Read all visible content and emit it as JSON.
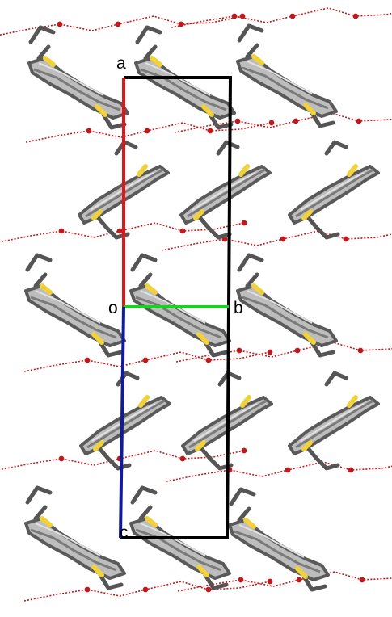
{
  "figure": {
    "axis_labels": {
      "a": "a",
      "b": "b",
      "c": "c",
      "origin": "o"
    },
    "colors": {
      "background": "#ffffff",
      "cell_edge": "#000000",
      "axis_a": "#e0161a",
      "axis_b": "#19d11f",
      "axis_c": "#101a9a",
      "hbond_network": "#c0181c",
      "carbon": "#6f6f6f",
      "carbon_light": "#a8a8a8",
      "sulfur": "#f2d23a"
    },
    "molecule_shape": "bis-thiophene fused aromatic core with two alkyl chain arms",
    "orientations": [
      "tilted-down-right",
      "tilted-up-right"
    ]
  }
}
